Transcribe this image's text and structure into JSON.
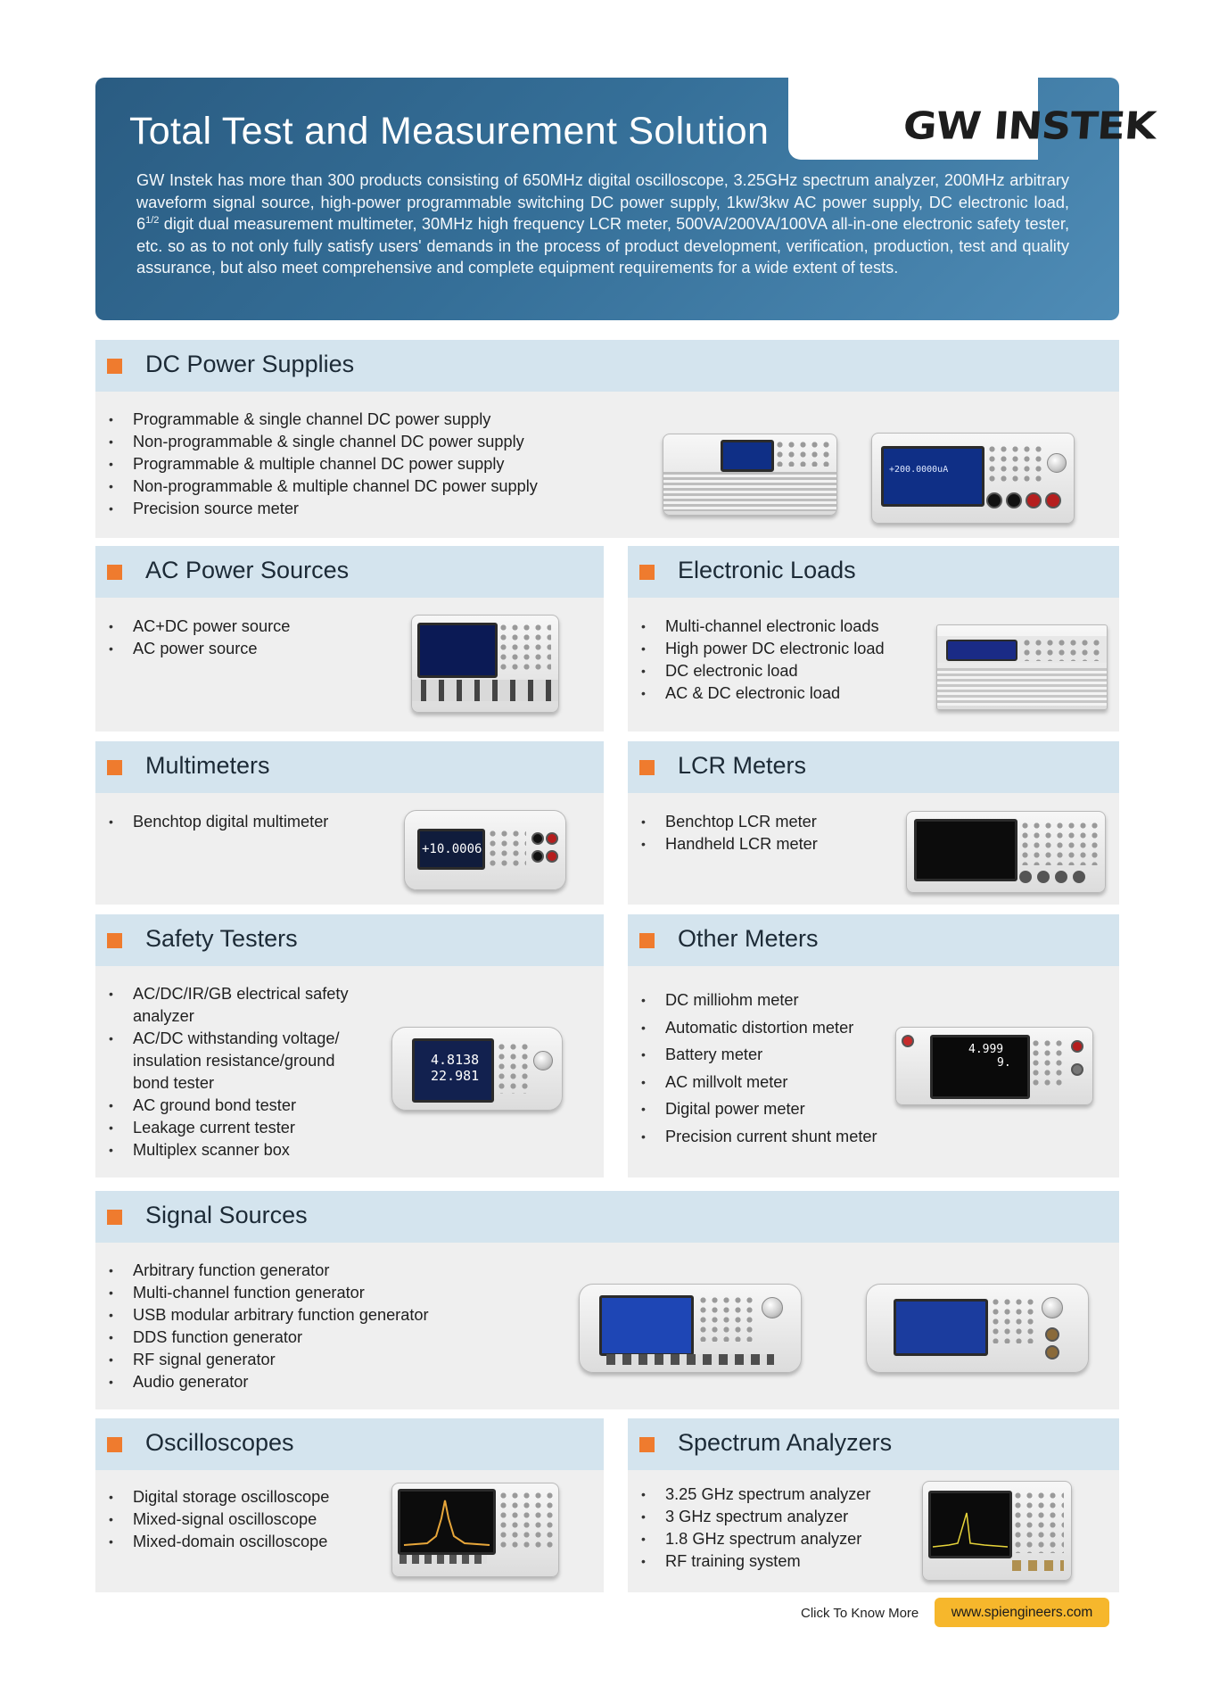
{
  "header": {
    "title": "Total Test and Measurement Solution",
    "brand": "GW INSTEK",
    "desc_part1": "GW Instek has more than 300 products consisting of 650MHz digital oscilloscope, 3.25GHz spectrum analyzer, 200MHz arbitrary waveform signal source, high-power programmable switching DC power supply, 1kw/3kw AC power supply, DC electronic load, 6",
    "desc_sup": "1/2",
    "desc_part2": " digit dual measurement multimeter, 30MHz high frequency LCR meter, 500VA/200VA/100VA all-in-one electronic safety tester, etc. so as to not only fully satisfy users' demands in the process of product development, verification, production, test and quality assurance, but also meet comprehensive and complete equipment requirements for a wide extent of tests."
  },
  "sections": {
    "dc": {
      "title": "DC Power Supplies",
      "items": [
        "Programmable & single channel DC power supply",
        "Non-programmable & single channel DC power supply",
        "Programmable & multiple channel DC power supply",
        "Non-programmable & multiple channel DC power supply",
        "Precision source meter"
      ],
      "screen": "+200.0000uA"
    },
    "ac": {
      "title": "AC Power Sources",
      "items": [
        "AC+DC power source",
        "AC power source"
      ]
    },
    "loads": {
      "title": "Electronic Loads",
      "items": [
        "Multi-channel electronic loads",
        "High power DC electronic load",
        "DC electronic load",
        "AC & DC electronic load"
      ]
    },
    "mm": {
      "title": "Multimeters",
      "items": [
        "Benchtop digital multimeter"
      ],
      "screen": "+10.00061"
    },
    "lcr": {
      "title": "LCR Meters",
      "items": [
        "Benchtop LCR meter",
        "Handheld LCR meter"
      ]
    },
    "safety": {
      "title": "Safety Testers",
      "items": [
        "AC/DC/IR/GB electrical safety analyzer",
        "AC/DC withstanding voltage/ insulation resistance/ground bond tester",
        "AC ground bond tester",
        "Leakage current tester",
        "Multiplex scanner box"
      ],
      "screen1": "4.8138",
      "screen2": "22.981"
    },
    "other": {
      "title": "Other Meters",
      "items": [
        " DC milliohm meter",
        "Automatic distortion meter",
        "Battery meter",
        "AC millvolt meter",
        "Digital power meter",
        "Precision current shunt meter"
      ],
      "screen1": "4.999",
      "screen2": "9."
    },
    "signal": {
      "title": "Signal Sources",
      "items": [
        "Arbitrary function generator",
        "Multi-channel function generator",
        "USB modular arbitrary function generator",
        "DDS function generator",
        "RF signal generator",
        "Audio generator"
      ]
    },
    "osc": {
      "title": "Oscilloscopes",
      "items": [
        "Digital storage oscilloscope",
        "Mixed-signal oscilloscope",
        "Mixed-domain oscilloscope"
      ]
    },
    "spec": {
      "title": "Spectrum Analyzers",
      "items": [
        "3.25 GHz spectrum analyzer",
        "3 GHz spectrum analyzer",
        "1.8 GHz spectrum analyzer",
        "RF training system"
      ]
    }
  },
  "footer": {
    "cta": "Click To Know More",
    "url": "www.spiengineers.com"
  },
  "colors": {
    "accent": "#ef7b2e",
    "header_band": "#d4e4ee",
    "hero": "#2f6790",
    "button": "#f6b72c"
  }
}
